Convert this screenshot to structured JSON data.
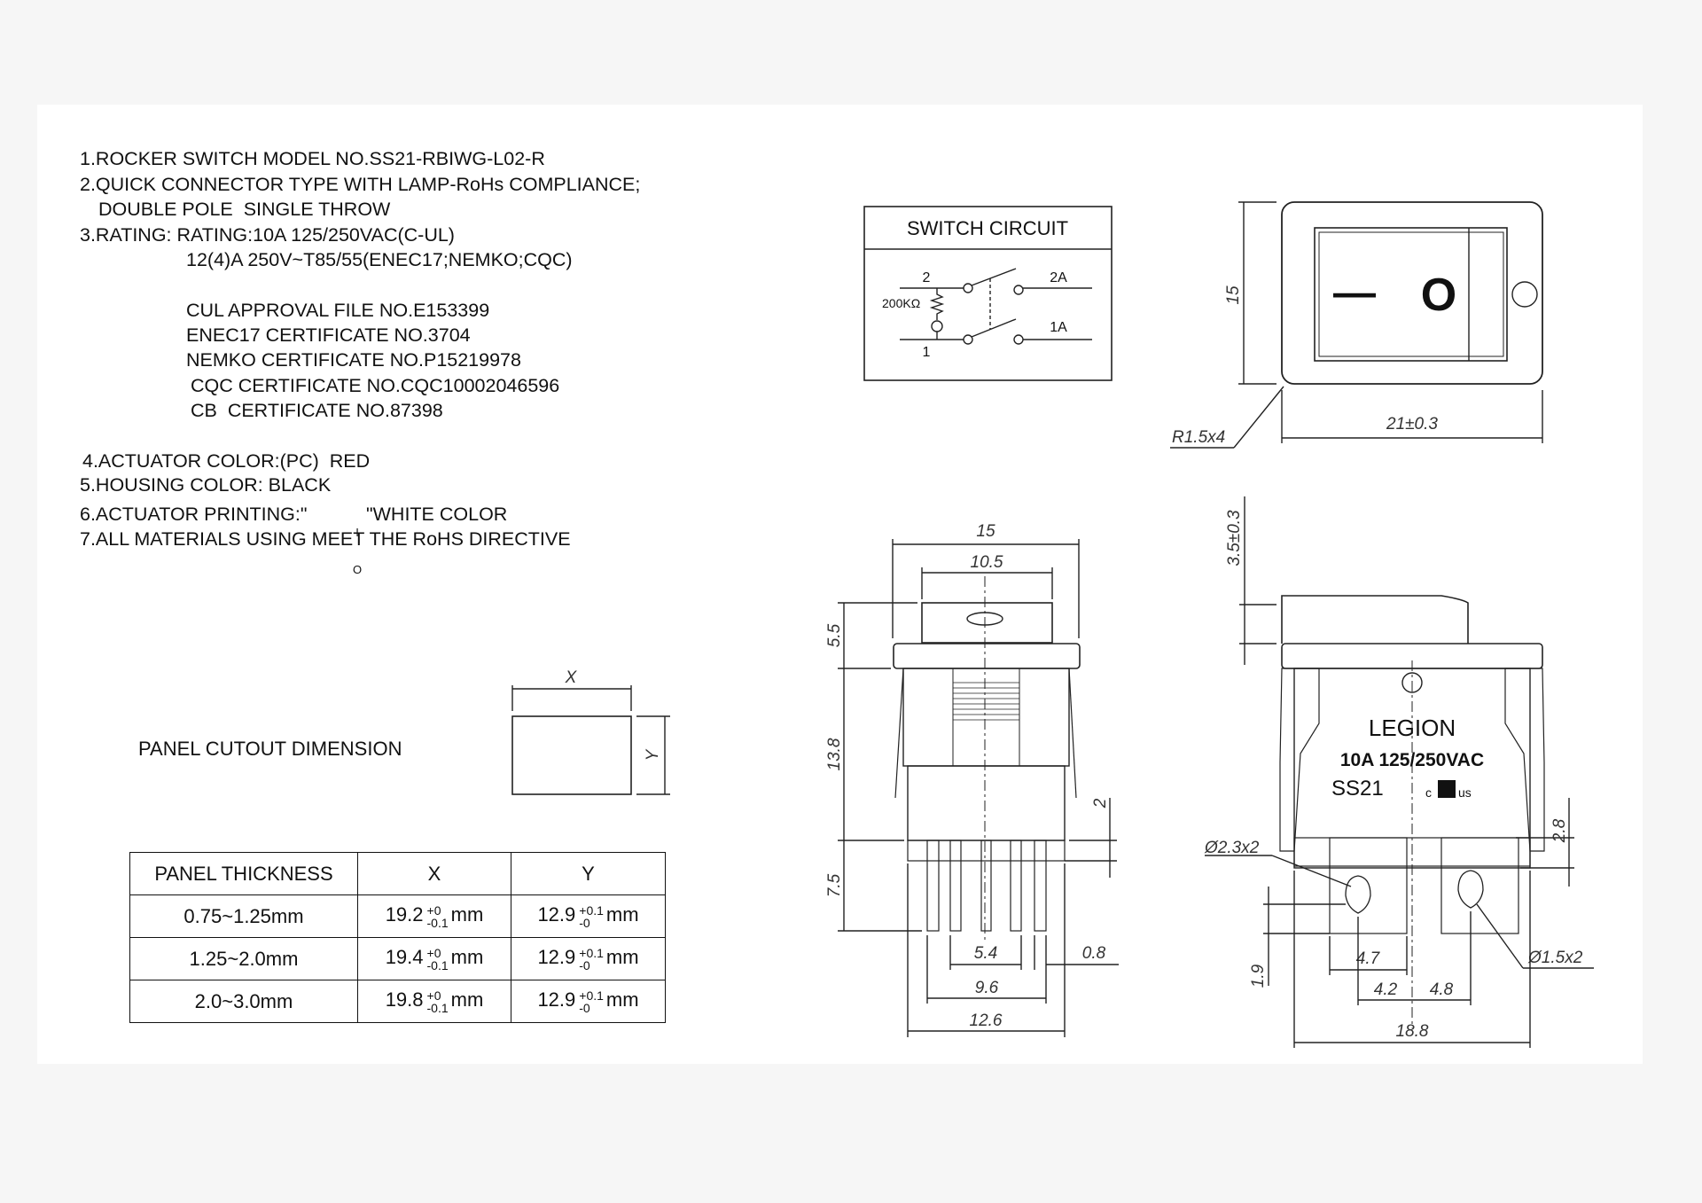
{
  "notes": [
    "1.ROCKER SWITCH MODEL NO.SS21-RBIWG-L02-R",
    "2.QUICK CONNECTOR TYPE WITH LAMP-RoHs COMPLIANCE;",
    "DOUBLE POLE  SINGLE THROW",
    "3.RATING: RATING:10A 125/250VAC(C-UL)",
    "12(4)A 250V~T85/55(ENEC17;NEMKO;CQC)",
    "CUL APPROVAL FILE NO.E153399",
    "ENEC17 CERTIFICATE NO.3704",
    "NEMKO CERTIFICATE NO.P15219978",
    "CQC CERTIFICATE NO.CQC10002046596",
    "CB  CERTIFICATE NO.87398",
    "4.ACTUATOR COLOR:(PC)  RED",
    "5.HOUSING COLOR: BLACK",
    "6.ACTUATOR PRINTING:\"",
    "\"WHITE COLOR",
    "7.ALL MATERIALS USING MEET THE RoHS DIRECTIVE"
  ],
  "printing_symbol": {
    "top": "I",
    "bottom": "O"
  },
  "panel": {
    "label": "PANEL CUTOUT DIMENSION",
    "x_label": "X",
    "y_label": "Y"
  },
  "table": {
    "headers": [
      "PANEL THICKNESS",
      "X",
      "Y"
    ],
    "rows": [
      {
        "thickness": "0.75~1.25mm",
        "x": "19.2",
        "x_plus": "+0",
        "x_minus": "-0.1",
        "y": "12.9",
        "y_plus": "+0.1",
        "y_minus": "-0",
        "unit": "mm"
      },
      {
        "thickness": "1.25~2.0mm",
        "x": "19.4",
        "x_plus": "+0",
        "x_minus": "-0.1",
        "y": "12.9",
        "y_plus": "+0.1",
        "y_minus": "-0",
        "unit": "mm"
      },
      {
        "thickness": "2.0~3.0mm",
        "x": "19.8",
        "x_plus": "+0",
        "x_minus": "-0.1",
        "y": "12.9",
        "y_plus": "+0.1",
        "y_minus": "-0",
        "unit": "mm"
      }
    ]
  },
  "circuit": {
    "title": "SWITCH CIRCUIT",
    "t2": "2",
    "t1": "1",
    "t2a": "2A",
    "t1a": "1A",
    "resistor": "200KΩ"
  },
  "top_view": {
    "height": "15",
    "width": "21±0.3",
    "radius": "R1.5x4",
    "symbol_off": "—",
    "symbol_on": "O"
  },
  "side_view": {
    "width_outer": "15",
    "width_inner": "10.5",
    "cap_height": "5.5",
    "body_height": "13.8",
    "pin_length": "7.5",
    "pin_step": "2",
    "pin_spacing": "5.4",
    "pin_thickness": "0.8",
    "pin_outer": "9.6",
    "base_width": "12.6"
  },
  "front_view": {
    "rocker_height": "3.5±0.3",
    "brand": "LEGION",
    "rating": "10A 125/250VAC",
    "model": "SS21",
    "mark": "c",
    "mark_us": "us",
    "hole_big": "Ø2.3x2",
    "hole_small": "Ø1.5x2",
    "height_28": "2.8",
    "height_19": "1.9",
    "w47": "4.7",
    "w42": "4.2",
    "w48": "4.8",
    "w188": "18.8"
  },
  "colors": {
    "line": "#222222",
    "page": "#f6f6f6",
    "sheet": "#ffffff"
  }
}
